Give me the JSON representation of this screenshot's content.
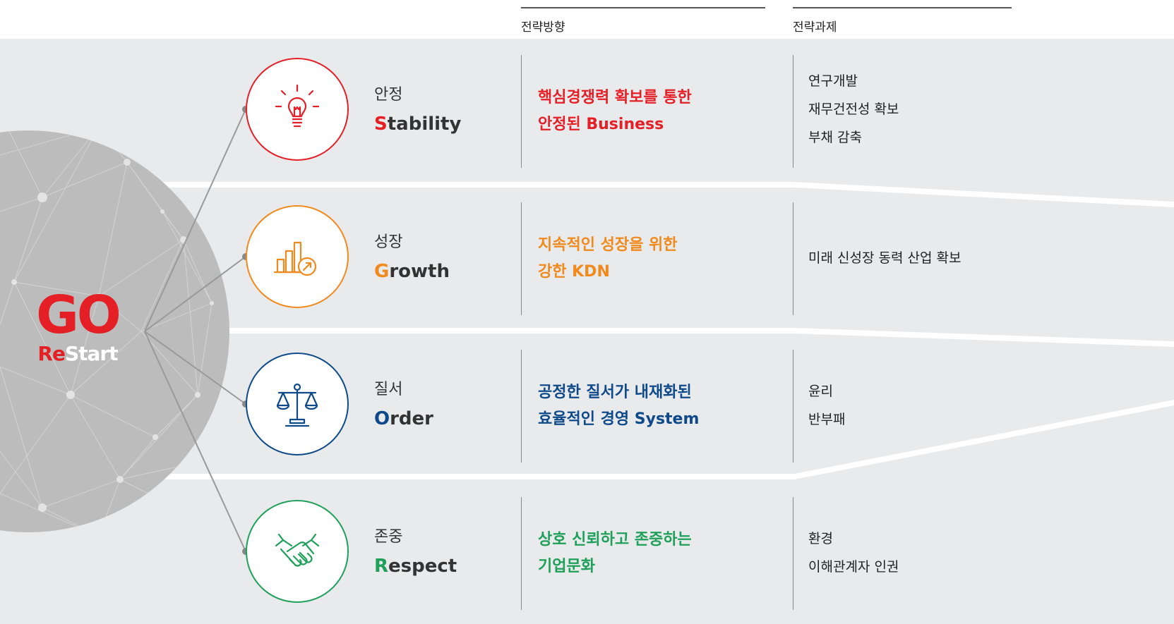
{
  "header": {
    "direction_label": "전략방향",
    "task_label": "전략과제"
  },
  "logo": {
    "go": "GO",
    "re": "Re",
    "start": "Start"
  },
  "colors": {
    "stability": "#e41f26",
    "growth": "#f08a1c",
    "order": "#0e4a8a",
    "respect": "#1ea05a",
    "band": "#e9eaec",
    "sphere": "#bdbdbd"
  },
  "rows": [
    {
      "ko": "안정",
      "en_initial": "S",
      "en_rest": "tability",
      "direction_line1": "핵심경쟁력 확보를 통한",
      "direction_line2": "안정된 Business",
      "icon": "lightbulb-icon",
      "tasks": [
        "연구개발",
        "재무건전성 확보",
        "부채 감축"
      ]
    },
    {
      "ko": "성장",
      "en_initial": "G",
      "en_rest": "rowth",
      "direction_line1": "지속적인 성장을 위한",
      "direction_line2": "강한 KDN",
      "icon": "growth-chart-icon",
      "tasks": [
        "미래 신성장 동력 산업 확보"
      ]
    },
    {
      "ko": "질서",
      "en_initial": "O",
      "en_rest": "rder",
      "direction_line1": "공정한 질서가 내재화된",
      "direction_line2": "효율적인 경영 System",
      "icon": "scales-icon",
      "tasks": [
        "윤리",
        "반부패"
      ]
    },
    {
      "ko": "존중",
      "en_initial": "R",
      "en_rest": "espect",
      "direction_line1": "상호 신뢰하고 존중하는",
      "direction_line2": "기업문화",
      "icon": "handshake-icon",
      "tasks": [
        "환경",
        "이해관계자 인권"
      ]
    }
  ]
}
